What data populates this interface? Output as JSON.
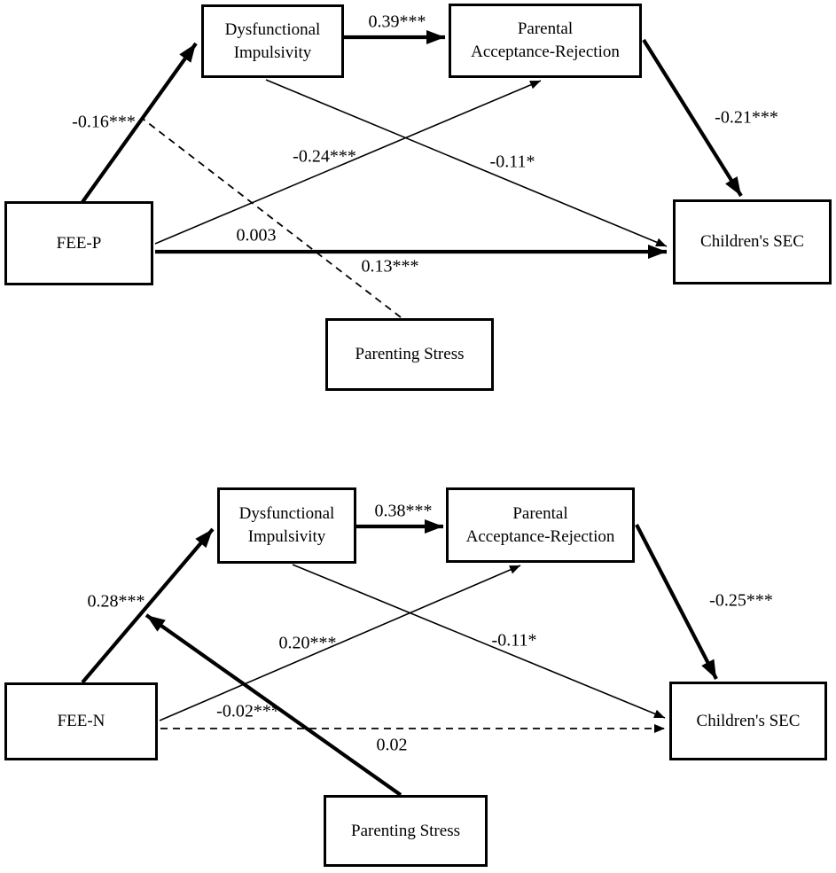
{
  "diagram": {
    "background": "#ffffff",
    "line_color": "#000000",
    "panels": [
      {
        "nodes": {
          "predictor": "FEE-P",
          "mediator1": [
            "Dysfunctional",
            "Impulsivity"
          ],
          "mediator2": [
            "Parental",
            "Acceptance-Rejection"
          ],
          "outcome": "Children's SEC",
          "moderator": "Parenting Stress"
        },
        "coefficients": {
          "predictor_to_mediator1": "-0.16***",
          "mediator1_to_mediator2": "0.39***",
          "mediator2_to_outcome": "-0.21***",
          "predictor_to_mediator2": "-0.24***",
          "mediator1_to_outcome": "-0.11*",
          "predictor_to_outcome": "0.13***",
          "moderation": "0.003"
        }
      },
      {
        "nodes": {
          "predictor": "FEE-N",
          "mediator1": [
            "Dysfunctional",
            "Impulsivity"
          ],
          "mediator2": [
            "Parental",
            "Acceptance-Rejection"
          ],
          "outcome": "Children's SEC",
          "moderator": "Parenting Stress"
        },
        "coefficients": {
          "predictor_to_mediator1": "0.28***",
          "mediator1_to_mediator2": "0.38***",
          "mediator2_to_outcome": "-0.25***",
          "predictor_to_mediator2": "0.20***",
          "mediator1_to_outcome": "-0.11*",
          "predictor_to_outcome": "0.02",
          "moderation": "-0.02***"
        }
      }
    ]
  }
}
